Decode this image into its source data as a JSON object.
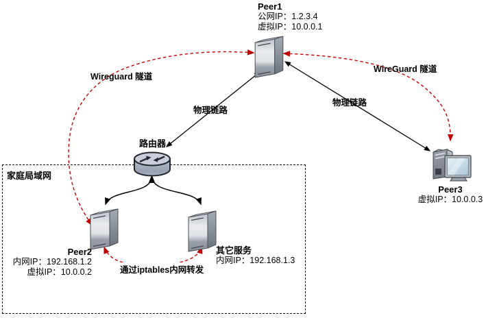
{
  "colors": {
    "tunnel_red": "#cc0000",
    "link_black": "#000000",
    "background": "#ffffff"
  },
  "group": {
    "home_lan": "家庭局域网"
  },
  "nodes": {
    "peer1": {
      "name": "Peer1",
      "line1": "公网IP：1.2.3.4",
      "line2": "虚拟IP：10.0.0.1",
      "icon": "server-icon"
    },
    "router": {
      "name": "路由器",
      "icon": "router-icon"
    },
    "peer2": {
      "name": "Peer2",
      "line1": "内网IP：192.168.1.2",
      "line2": "虚拟IP：10.0.0.2",
      "icon": "server-icon"
    },
    "other_service": {
      "name": "其它服务",
      "line1": "内网IP：192.168.1.3",
      "icon": "server-icon"
    },
    "peer3": {
      "name": "Peer3",
      "line1": "虚拟IP：10.0.0.3",
      "icon": "workstation-icon"
    }
  },
  "edges": {
    "wireguard_left": {
      "label": "Wireguard 隧道",
      "from": "Peer2",
      "to": "Peer1",
      "style": "red-dashed-double-arrow"
    },
    "wireguard_right": {
      "label": "WireGuard 隧道",
      "from": "Peer1",
      "to": "Peer3",
      "style": "red-dashed-double-arrow"
    },
    "physical_left": {
      "label": "物理链路",
      "from": "路由器",
      "to": "Peer1",
      "style": "black-solid-double-arrow"
    },
    "physical_right": {
      "label": "物理链路",
      "from": "Peer1",
      "to": "Peer3",
      "style": "black-solid-double-arrow"
    },
    "router_to_peer2": {
      "from": "路由器",
      "to": "Peer2",
      "style": "black-solid-double-arrow"
    },
    "router_to_other": {
      "from": "路由器",
      "to": "其它服务",
      "style": "black-solid-double-arrow"
    },
    "iptables_forward": {
      "label": "通过iptables内网转发",
      "from": "Peer2",
      "to": "其它服务",
      "style": "red-dashed-double-arrow"
    }
  }
}
